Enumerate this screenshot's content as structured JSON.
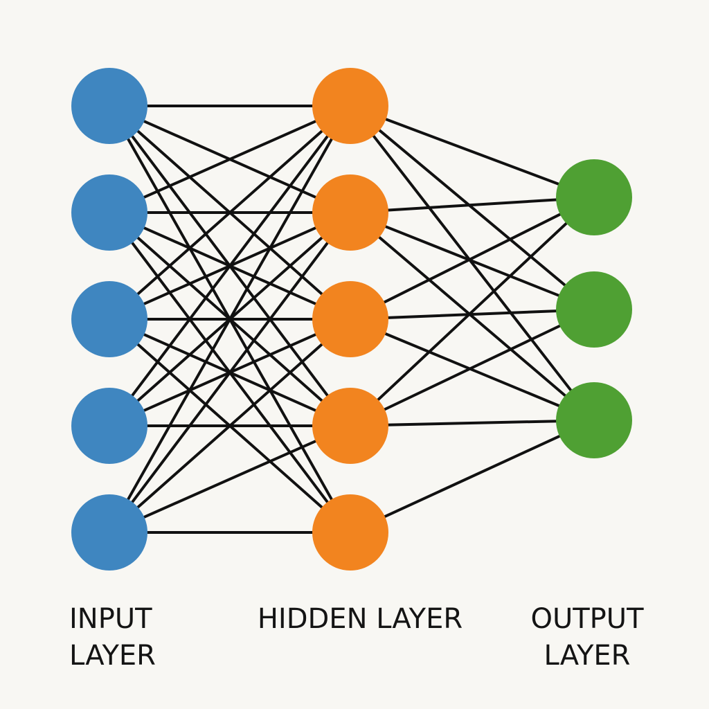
{
  "labels": {
    "input": "INPUT\nLAYER",
    "hidden": "HIDDEN LAYER",
    "output": "OUTPUT\nLAYER"
  },
  "colors": {
    "input": "#3f86c0",
    "hidden": "#f2841f",
    "output": "#4fa033",
    "edge": "#111111",
    "background": "#f8f7f3"
  },
  "layers": [
    {
      "id": "input",
      "count": 5
    },
    {
      "id": "hidden",
      "count": 5
    },
    {
      "id": "output",
      "count": 3
    }
  ],
  "edges": [
    [
      "i0",
      "h0"
    ],
    [
      "i0",
      "h1"
    ],
    [
      "i0",
      "h2"
    ],
    [
      "i0",
      "h3"
    ],
    [
      "i0",
      "h4"
    ],
    [
      "i1",
      "h0"
    ],
    [
      "i1",
      "h1"
    ],
    [
      "i1",
      "h2"
    ],
    [
      "i1",
      "h3"
    ],
    [
      "i1",
      "h4"
    ],
    [
      "i2",
      "h0"
    ],
    [
      "i2",
      "h1"
    ],
    [
      "i2",
      "h2"
    ],
    [
      "i2",
      "h3"
    ],
    [
      "i2",
      "h4"
    ],
    [
      "i3",
      "h0"
    ],
    [
      "i3",
      "h1"
    ],
    [
      "i3",
      "h2"
    ],
    [
      "i3",
      "h3"
    ],
    [
      "i4",
      "h0"
    ],
    [
      "i4",
      "h1"
    ],
    [
      "i4",
      "h2"
    ],
    [
      "i4",
      "h3"
    ],
    [
      "i4",
      "h4"
    ],
    [
      "h0",
      "o0"
    ],
    [
      "h0",
      "o1"
    ],
    [
      "h0",
      "o2"
    ],
    [
      "h1",
      "o0"
    ],
    [
      "h1",
      "o1"
    ],
    [
      "h1",
      "o2"
    ],
    [
      "h2",
      "o0"
    ],
    [
      "h2",
      "o1"
    ],
    [
      "h2",
      "o2"
    ],
    [
      "h3",
      "o0"
    ],
    [
      "h3",
      "o1"
    ],
    [
      "h3",
      "o2"
    ],
    [
      "h4",
      "o2"
    ]
  ]
}
